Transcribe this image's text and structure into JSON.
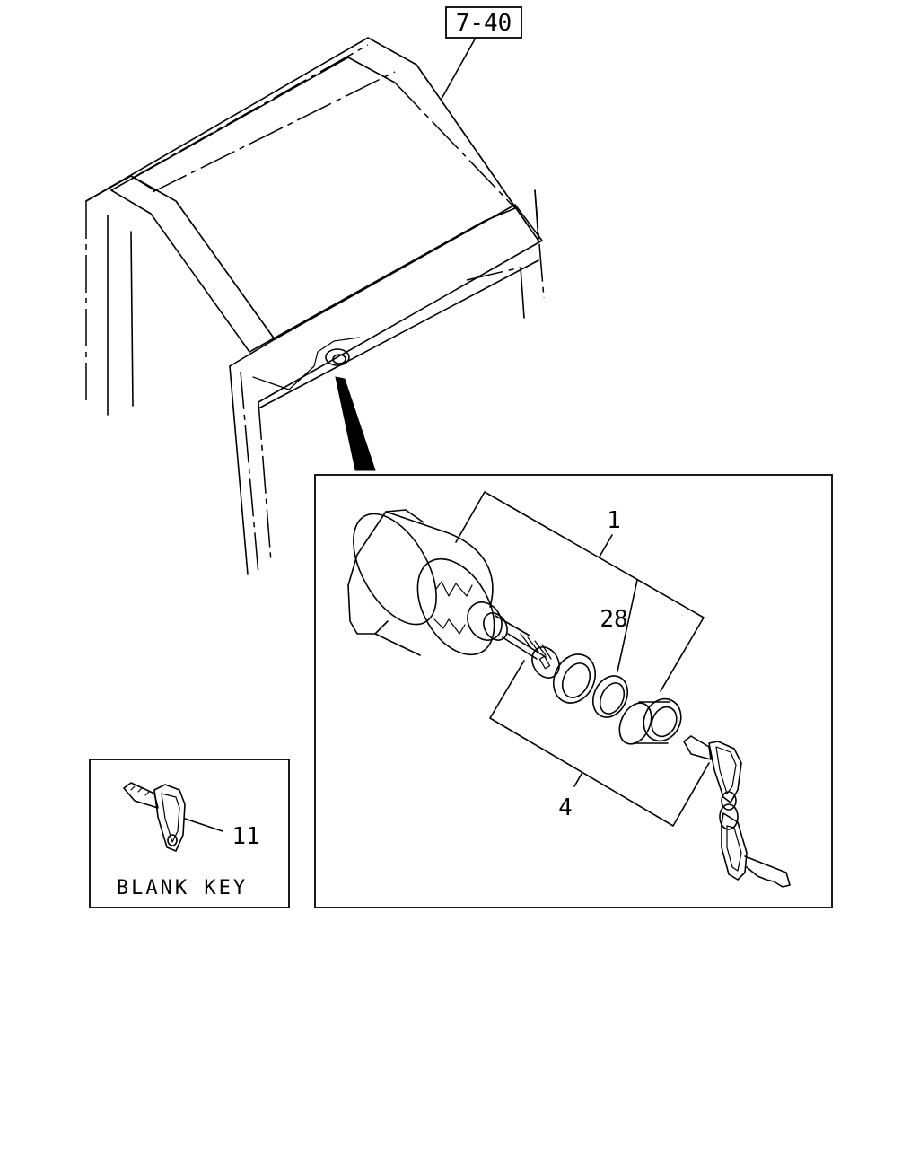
{
  "reference_tag": "7-40",
  "callouts": {
    "part_1": "1",
    "part_28": "28",
    "part_4": "4",
    "part_11": "11"
  },
  "inset_caption": "BLANK KEY"
}
